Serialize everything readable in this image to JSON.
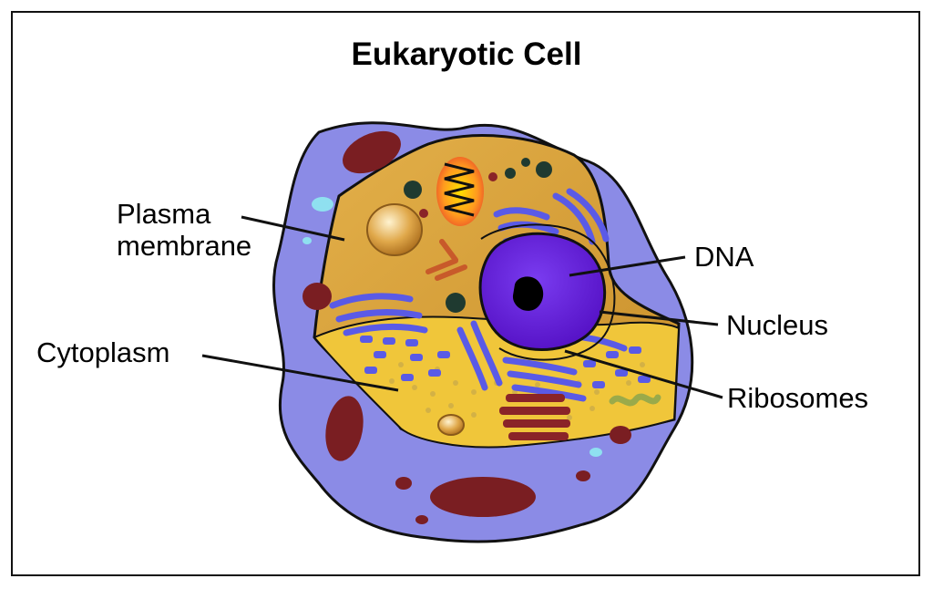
{
  "title": "Eukaryotic Cell",
  "labels": {
    "plasma_line1": "Plasma",
    "plasma_line2": "membrane",
    "cytoplasm": "Cytoplasm",
    "dna": "DNA",
    "nucleus": "Nucleus",
    "ribosomes": "Ribosomes"
  },
  "colors": {
    "outer_cytoplasm": "#8b8be6",
    "cut_face": "#f0c63a",
    "inner_back": "#d9a43a",
    "nucleus": "#6a1fd6",
    "nucleolus": "#000000",
    "organelle_red": "#7a1e22",
    "er_blue": "#5a5ae6",
    "outline": "#111111"
  }
}
